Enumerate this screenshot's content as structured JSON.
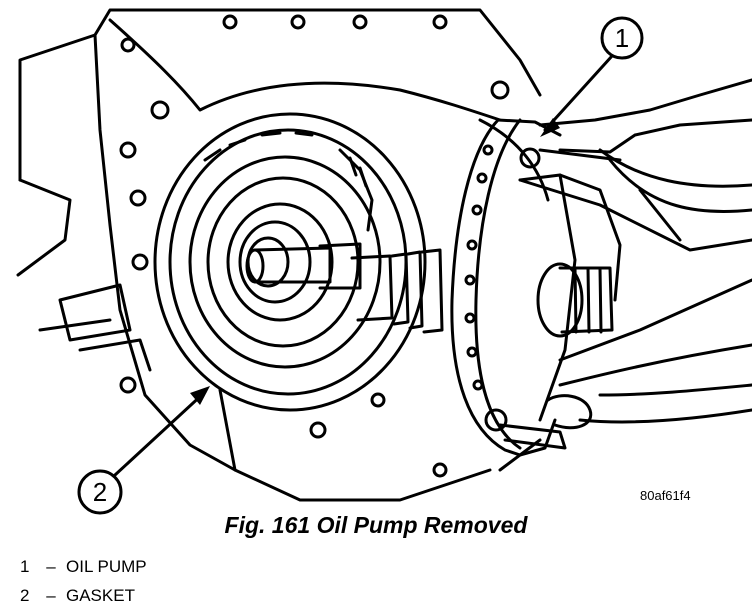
{
  "figure": {
    "callouts": [
      {
        "number": "1"
      },
      {
        "number": "2"
      }
    ],
    "figure_code": "80af61f4",
    "caption": "Fig. 161 Oil Pump Removed",
    "legend": [
      {
        "number": "1",
        "dash": "–",
        "label": "OIL PUMP"
      },
      {
        "number": "2",
        "dash": "–",
        "label": "GASKET"
      }
    ]
  }
}
